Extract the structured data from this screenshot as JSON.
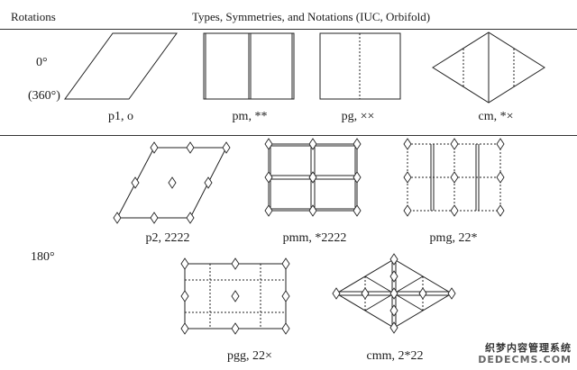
{
  "header": {
    "rotations": "Rotations",
    "types": "Types, Symmetries, and Notations (IUC, Orbifold)"
  },
  "rows": [
    {
      "rotation": "0°",
      "rotation_alt": "(360°)"
    },
    {
      "rotation": "180°"
    }
  ],
  "patterns": [
    {
      "id": "p1",
      "label": "p1, o"
    },
    {
      "id": "pm",
      "label": "pm, **"
    },
    {
      "id": "pg",
      "label": "pg, ××"
    },
    {
      "id": "cm",
      "label": "cm, *×"
    },
    {
      "id": "p2",
      "label": "p2, 2222"
    },
    {
      "id": "pmm",
      "label": "pmm, *2222"
    },
    {
      "id": "pmg",
      "label": "pmg, 22*"
    },
    {
      "id": "pgg",
      "label": "pgg, 22×"
    },
    {
      "id": "cmm",
      "label": "cmm, 2*22"
    }
  ],
  "watermark": {
    "line1": "织梦内容管理系统",
    "line2": "DEDECMS.COM"
  }
}
